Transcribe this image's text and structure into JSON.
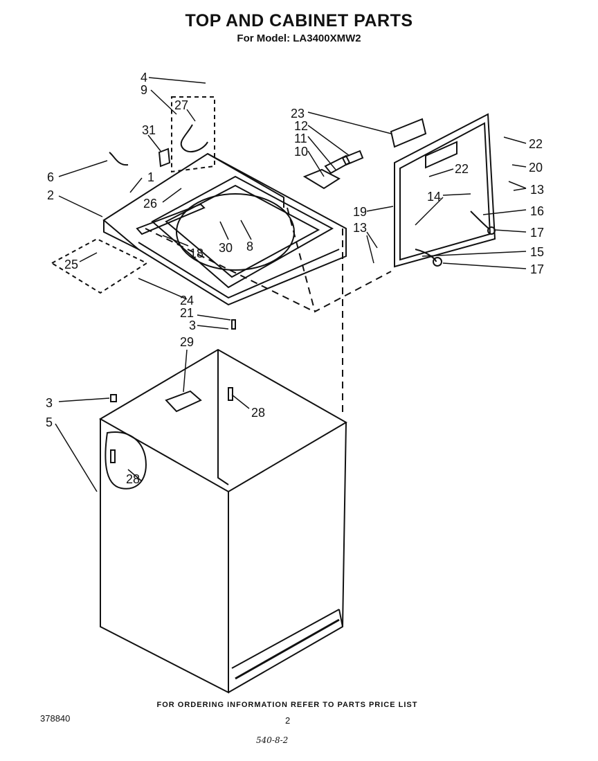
{
  "header": {
    "title": "TOP AND CABINET PARTS",
    "subtitle": "For Model: LA3400XMW2"
  },
  "footer": {
    "note": "FOR ORDERING INFORMATION REFER TO PARTS PRICE LIST",
    "doc_number": "378840",
    "page": "2",
    "handwritten": "540-8-2"
  },
  "callouts": [
    "4",
    "9",
    "27",
    "31",
    "6",
    "1",
    "2",
    "26",
    "25",
    "18",
    "30",
    "8",
    "24",
    "21",
    "3",
    "29",
    "28",
    "3",
    "5",
    "28",
    "23",
    "12",
    "11",
    "10",
    "22",
    "20",
    "22",
    "13",
    "14",
    "16",
    "19",
    "13",
    "17",
    "15",
    "17"
  ]
}
